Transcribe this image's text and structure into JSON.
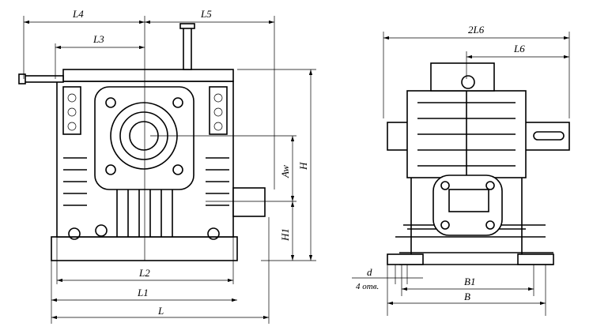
{
  "front_view": {
    "dimensions": {
      "L4": "L4",
      "L5": "L5",
      "L3": "L3",
      "L2": "L2",
      "L1": "L1",
      "L": "L",
      "Aw": "Aw",
      "H": "H",
      "H1": "H1"
    }
  },
  "side_view": {
    "dimensions": {
      "two_L6": "2L6",
      "L6": "L6",
      "d": "d",
      "holes": "4 отв.",
      "B1": "B1",
      "B": "B"
    }
  }
}
